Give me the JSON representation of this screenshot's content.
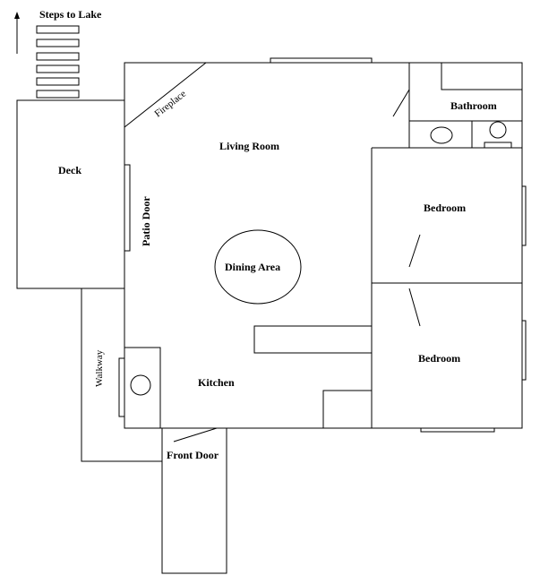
{
  "labels": {
    "steps": "Steps to Lake",
    "deck": "Deck",
    "patio_door": "Patio Door",
    "fireplace": "Fireplace",
    "living_room": "Living Room",
    "dining_area": "Dining Area",
    "bathroom": "Bathroom",
    "bedroom_top": "Bedroom",
    "bedroom_bottom": "Bedroom",
    "kitchen": "Kitchen",
    "walkway": "Walkway",
    "front_door": "Front Door"
  }
}
